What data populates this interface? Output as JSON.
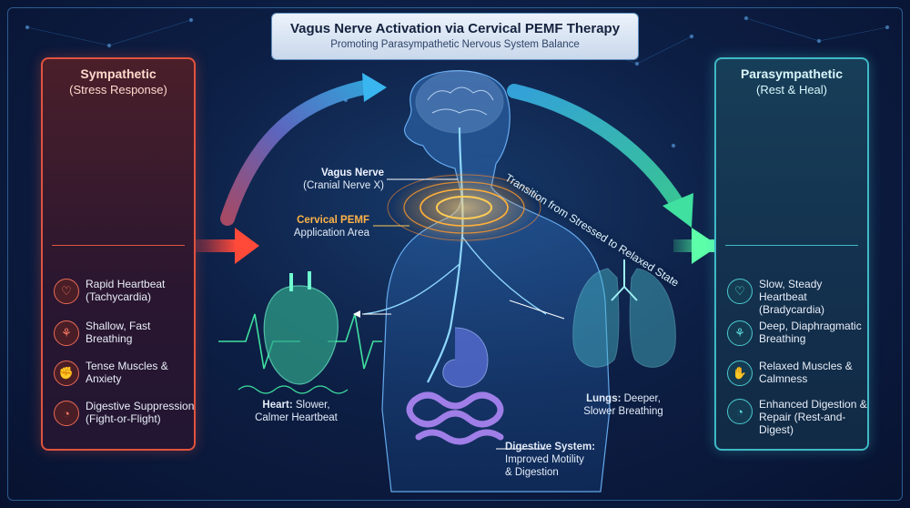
{
  "title": "Vagus Nerve Activation via Cervical PEMF Therapy",
  "subtitle": "Promoting Parasympathetic Nervous System Balance",
  "left_panel": {
    "heading": "Sympathetic",
    "subheading": "(Stress Response)",
    "accent": "#e0533f",
    "items": [
      {
        "icon": "heart-pulse-icon",
        "glyph": "♡",
        "text": "Rapid Heartbeat (Tachycardia)"
      },
      {
        "icon": "lungs-icon",
        "glyph": "⚘",
        "text": "Shallow, Fast Breathing"
      },
      {
        "icon": "fist-icon",
        "glyph": "✊",
        "text": "Tense Muscles & Anxiety"
      },
      {
        "icon": "stomach-icon",
        "glyph": "◔",
        "text": "Digestive Suppression (Fight-or-Flight)"
      }
    ]
  },
  "right_panel": {
    "heading": "Parasympathetic",
    "subheading": "(Rest & Heal)",
    "accent": "#3fb9c4",
    "items": [
      {
        "icon": "heart-pulse-icon",
        "glyph": "♡",
        "text": "Slow, Steady Heartbeat (Bradycardia)"
      },
      {
        "icon": "lungs-icon",
        "glyph": "⚘",
        "text": "Deep, Diaphragmatic Breathing"
      },
      {
        "icon": "relaxed-hand-icon",
        "glyph": "✋",
        "text": "Relaxed Muscles & Calmness"
      },
      {
        "icon": "stomach-icon",
        "glyph": "◔",
        "text": "Enhanced Digestion & Repair (Rest-and-Digest)"
      }
    ]
  },
  "labels": {
    "vagus_bold": "Vagus Nerve",
    "vagus_sub": "(Cranial Nerve X)",
    "pemf_bold": "Cervical PEMF",
    "pemf_sub": "Application Area",
    "heart_bold": "Heart:",
    "heart_rest": "Slower,",
    "heart_line2": "Calmer Heartbeat",
    "lungs_bold": "Lungs:",
    "lungs_rest": "Deeper,",
    "lungs_line2": "Slower Breathing",
    "digest_bold": "Digestive System:",
    "digest_line2": "Improved Motility",
    "digest_line3": "& Digestion",
    "transition": "Transition from Stressed to Relaxed State"
  }
}
